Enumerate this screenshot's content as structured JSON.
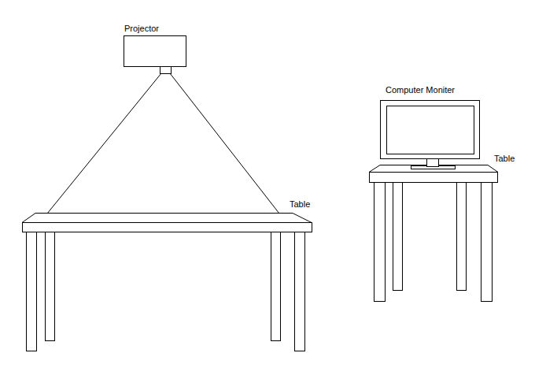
{
  "diagram": {
    "labels": [
      "Projector",
      "Table",
      "Computer Moniter",
      "Table"
    ]
  }
}
